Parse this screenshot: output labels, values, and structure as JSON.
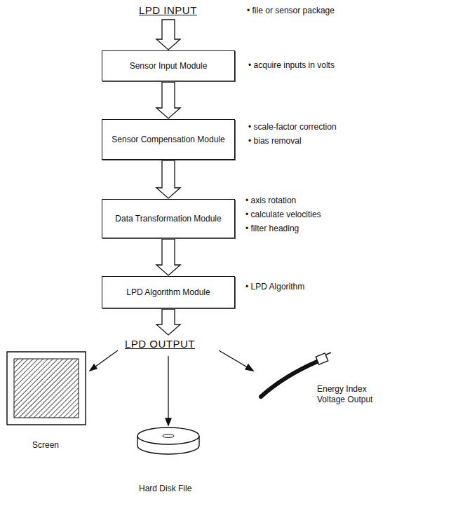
{
  "diagram": {
    "nodes": [
      {
        "text": [
          "Sensor Input Module"
        ]
      },
      {
        "text": [
          "Sensor Compensation Module"
        ]
      },
      {
        "text": [
          "Data Transformation Module"
        ]
      },
      {
        "text": [
          "LPD Algorithm Module"
        ]
      }
    ],
    "edges": [
      {
        "from": 0,
        "to": 1,
        "arrow": "to"
      },
      {
        "from": 1,
        "to": 2,
        "arrow": "to"
      },
      {
        "from": 2,
        "to": 3,
        "arrow": "to"
      }
    ],
    "labels": [
      "LPD INPUT",
      "• file or sensor package",
      "• acquire inputs in volts",
      "• scale-factor correction",
      "• bias removal",
      "• axis rotation",
      "• calculate velocities",
      "• filter heading",
      "• LPD Algorithm",
      "LPD OUTPUT",
      "Screen",
      "Hard Disk File",
      "Energy Index Voltage Output"
    ]
  }
}
